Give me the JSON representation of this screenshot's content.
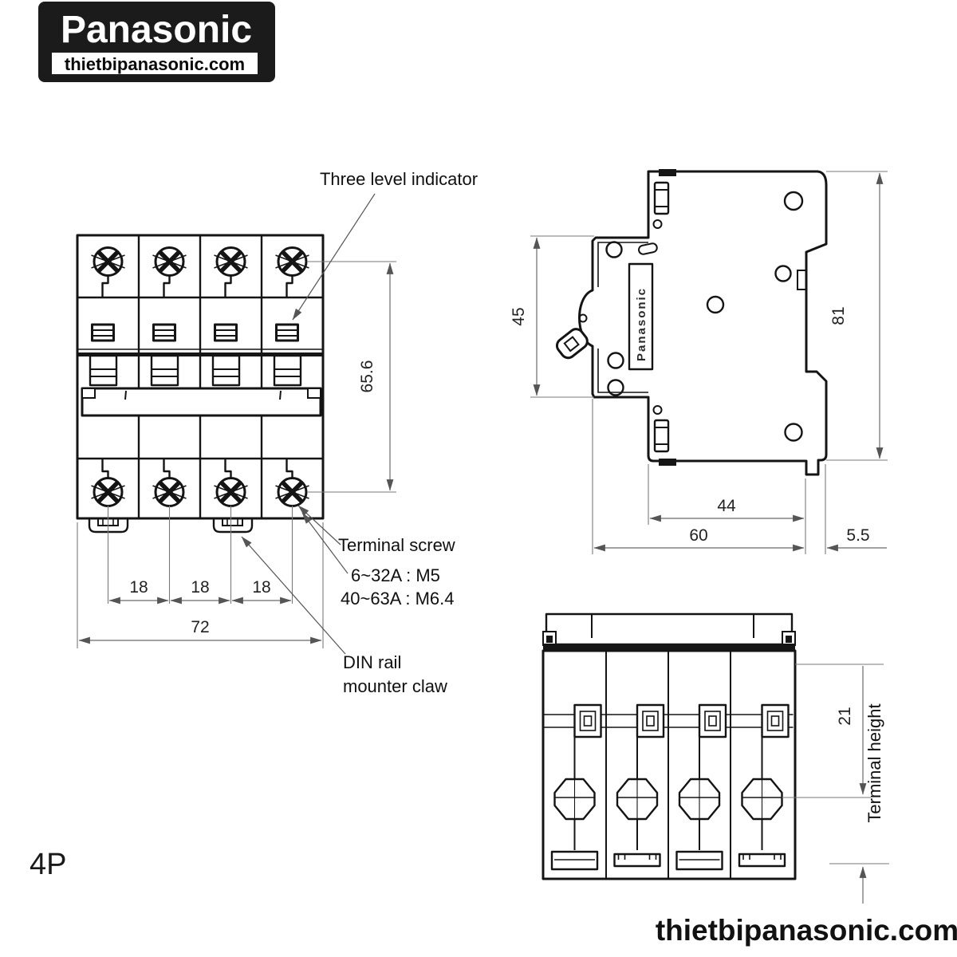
{
  "logo": {
    "brand": "Panasonic",
    "site": "thietbipanasonic.com"
  },
  "watermark": "thietbipanasonic.com",
  "product": {
    "pole_label": "4P",
    "side_brand_label": "Panasonic"
  },
  "annotations": {
    "three_level_indicator": "Three level indicator",
    "terminal_screw": "Terminal screw",
    "terminal_screw_spec_small": "6~32A : M5",
    "terminal_screw_spec_large": "40~63A : M6.4",
    "din_rail_line1": "DIN rail",
    "din_rail_line2": "mounter claw",
    "terminal_height": "Terminal height"
  },
  "dimensions": {
    "front": {
      "screw_span": "65.6",
      "pole_pitch": [
        "18",
        "18",
        "18"
      ],
      "total_width": "72"
    },
    "side": {
      "front_block_height": "45",
      "total_height": "81",
      "mount_base_width": "44",
      "total_depth": "60",
      "claw_extension": "5.5"
    },
    "bottom": {
      "terminal_height_value": "21"
    }
  }
}
